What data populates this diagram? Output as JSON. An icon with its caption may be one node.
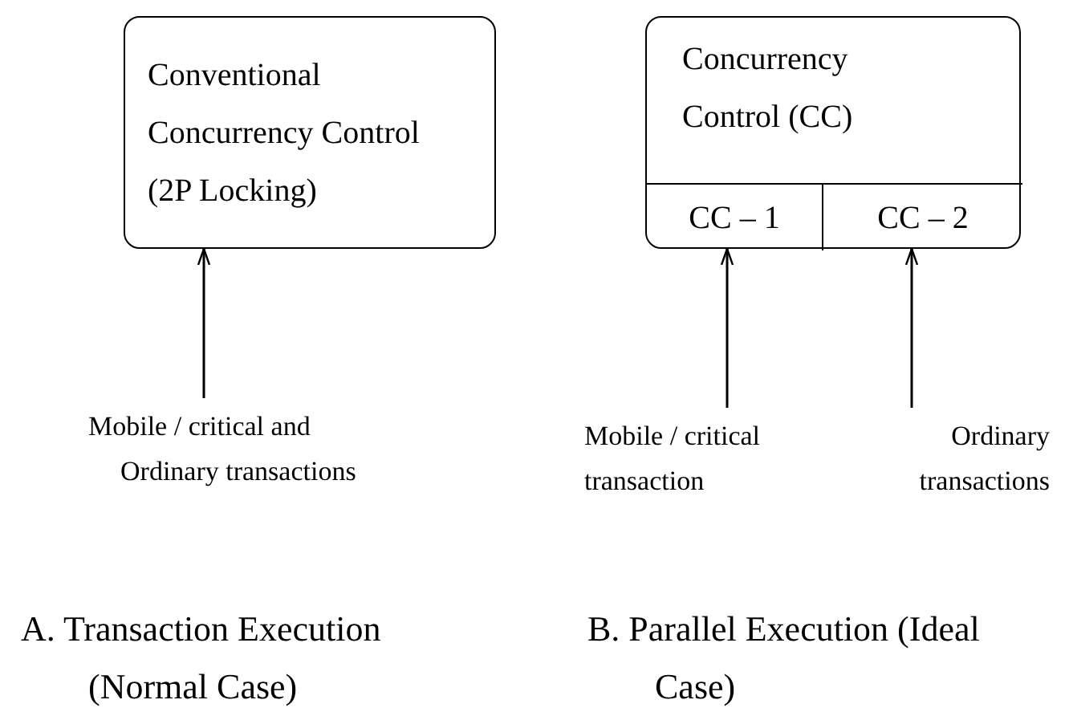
{
  "diagram": {
    "nodes": [
      {
        "text": [
          "Conventional Concurrency Control (2P Locking)"
        ]
      },
      {
        "text": [
          "Concurrency Control (CC)"
        ]
      },
      {
        "text": [
          "CC – 1"
        ],
        "in": 1
      },
      {
        "text": [
          "CC – 2"
        ],
        "in": 1
      },
      {
        "text": [
          "Mobile / critical and Ordinary transactions"
        ]
      },
      {
        "text": [
          "Mobile / critical transaction"
        ]
      },
      {
        "text": [
          "Ordinary transactions"
        ]
      }
    ],
    "edges": [
      {
        "from": 4,
        "to": 0,
        "arrow": "to"
      },
      {
        "from": 5,
        "to": 2,
        "arrow": "to"
      },
      {
        "from": 6,
        "to": 3,
        "arrow": "to"
      }
    ],
    "labels": [
      "A. Transaction Execution (Normal Case)",
      "B. Parallel Execution (Ideal Case)"
    ]
  }
}
